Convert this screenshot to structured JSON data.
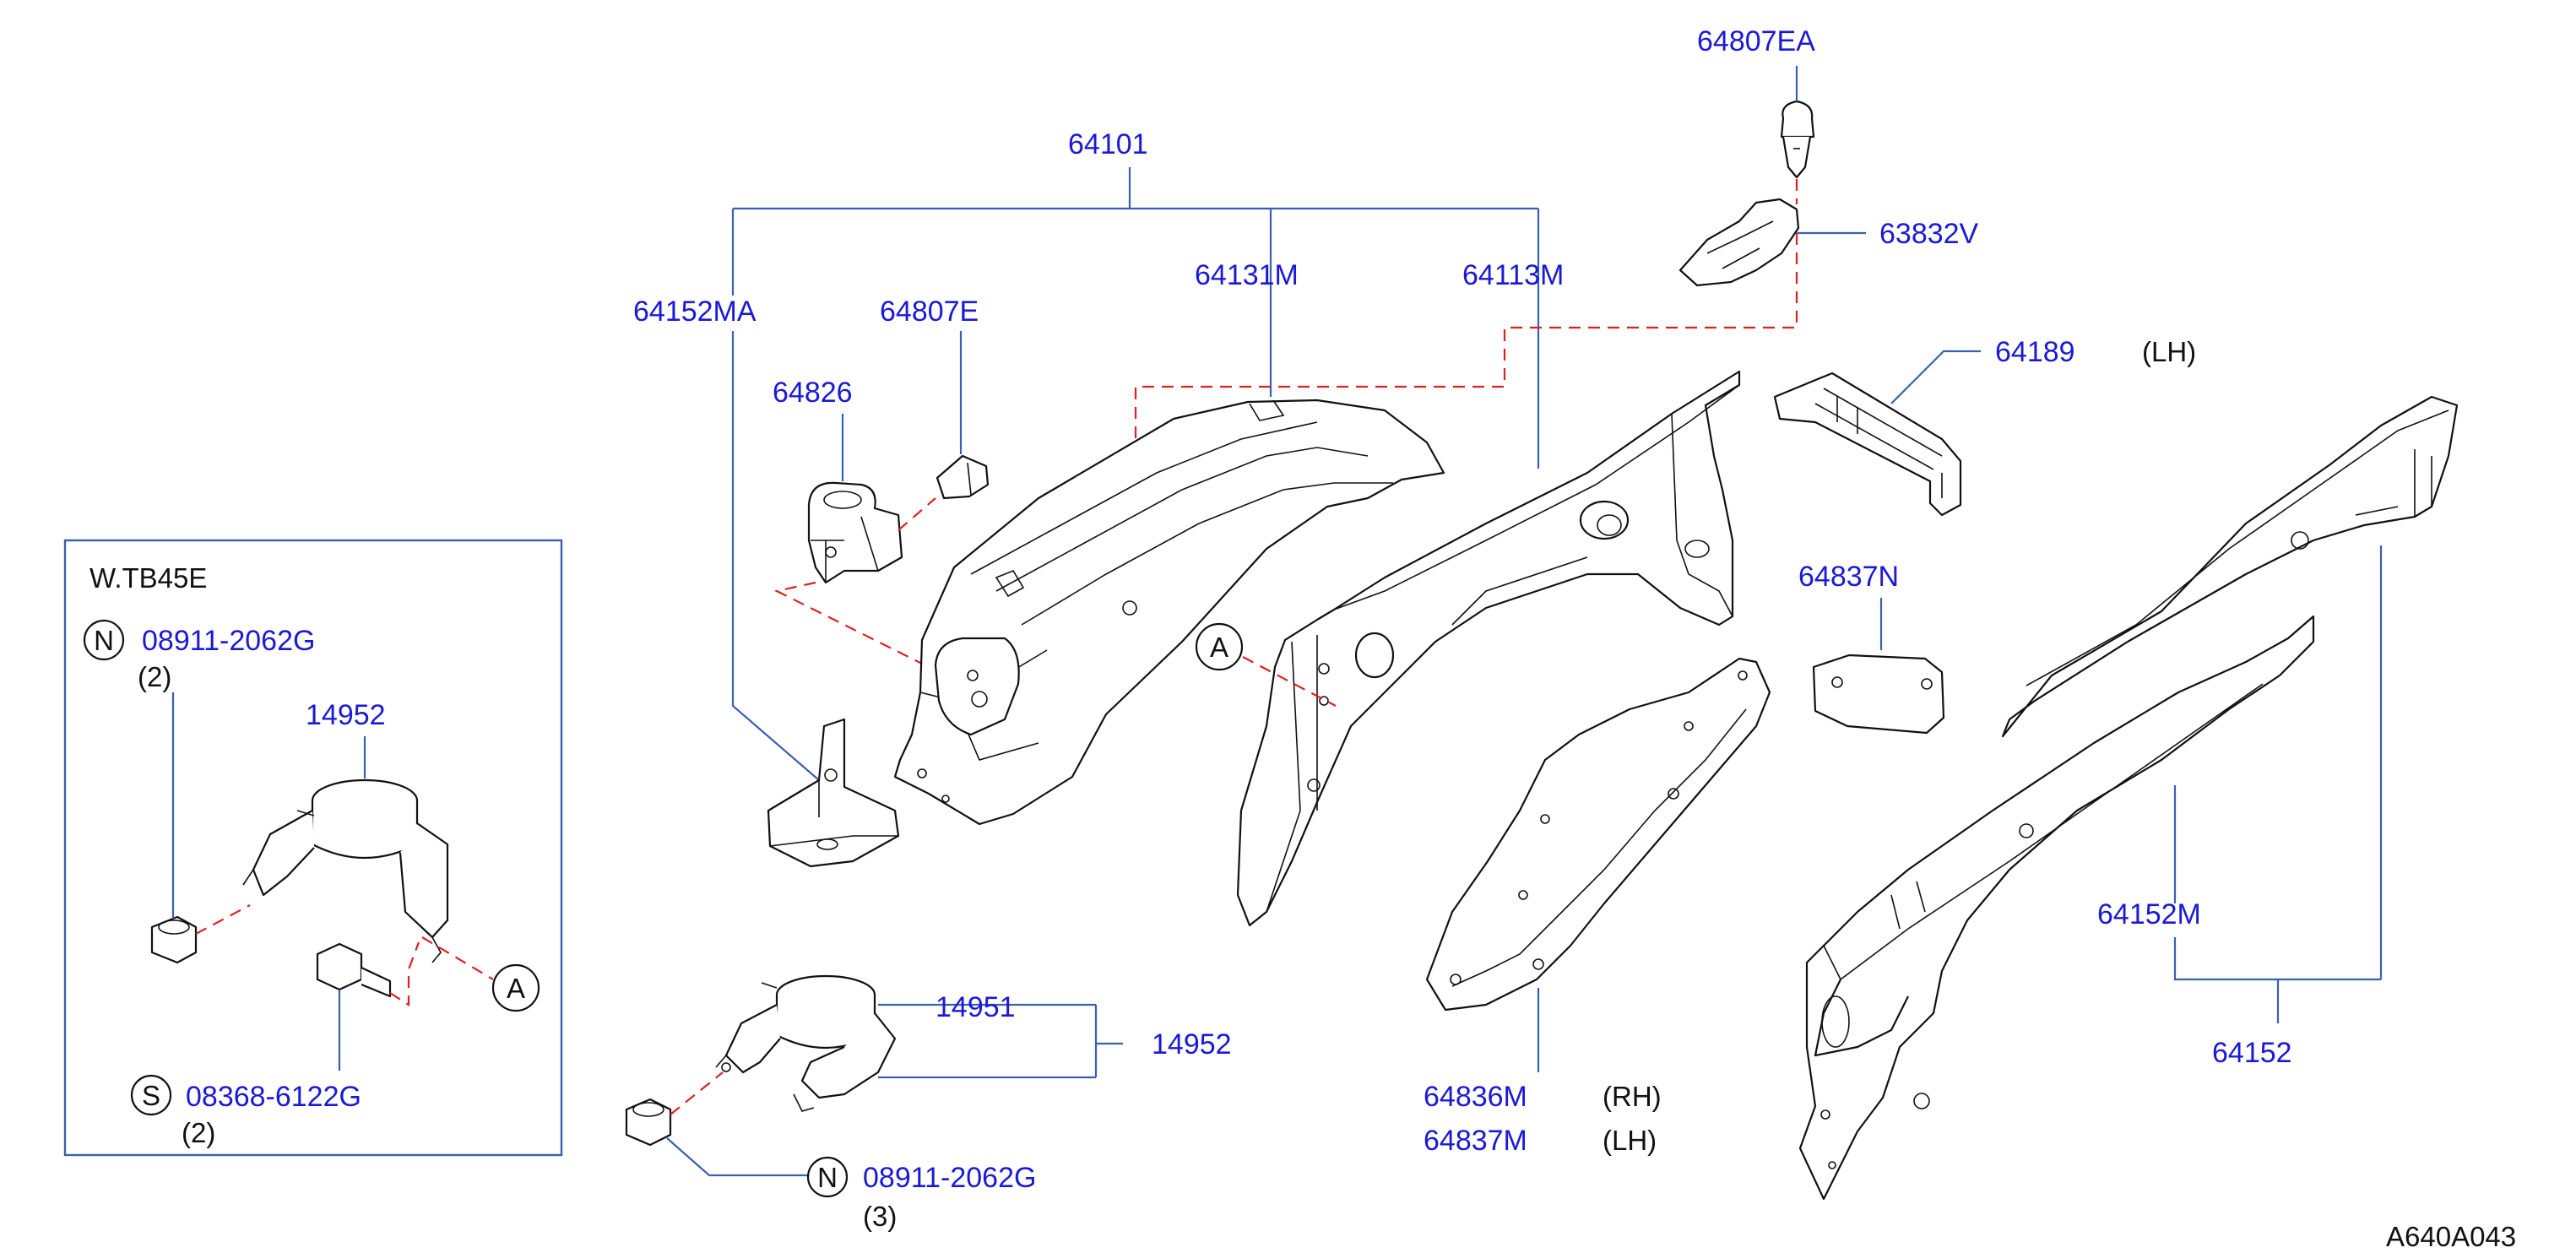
{
  "labels": {
    "p64807EA": "64807EA",
    "p64101": "64101",
    "p63832V": "63832V",
    "p64152MA": "64152MA",
    "p64807E": "64807E",
    "p64131M": "64131M",
    "p64113M": "64113M",
    "p64189": "64189",
    "lh1": "(LH)",
    "p64826": "64826",
    "p64837N": "64837N",
    "A_main": "A",
    "p14951": "14951",
    "p14952_main": "14952",
    "N_main": "N",
    "p08911_main": "08911-2062G",
    "qty3": "(3)",
    "p64836M": "64836M",
    "rh": "(RH)",
    "p64837M": "64837M",
    "lh2": "(LH)",
    "p64152M": "64152M",
    "p64152": "64152",
    "ref": "A640A043"
  },
  "inset": {
    "title": "W.TB45E",
    "N": "N",
    "p08911": "08911-2062G",
    "qty2a": "(2)",
    "p14952": "14952",
    "A": "A",
    "S": "S",
    "p08368": "08368-6122G",
    "qty2b": "(2)"
  },
  "colors": {
    "part_number": "#1a1ad6",
    "leader": "#3a5fb0",
    "dashed_leader": "#e02020",
    "line_art": "#111111"
  }
}
